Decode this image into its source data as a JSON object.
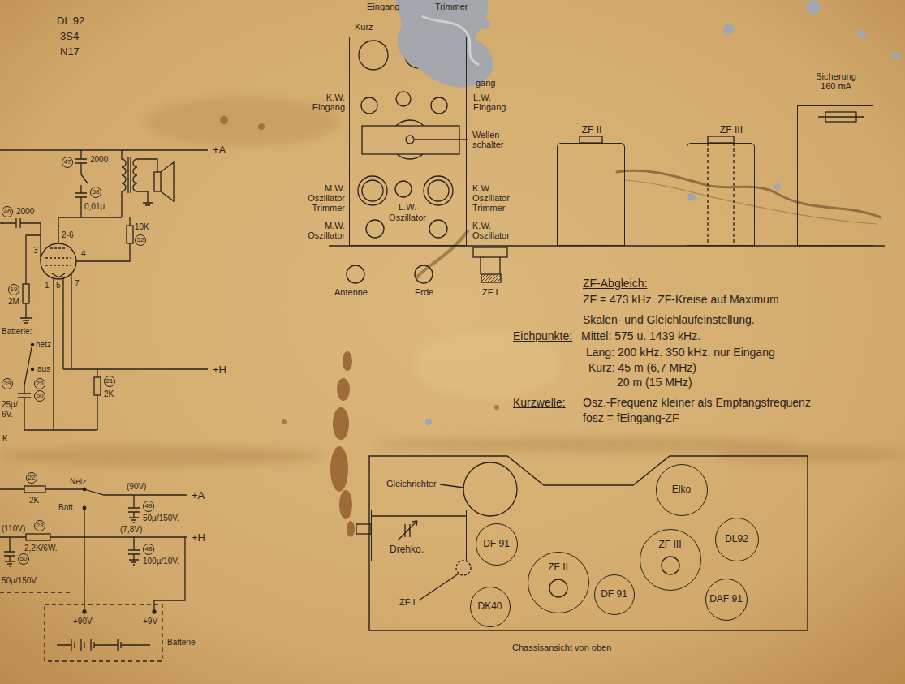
{
  "diagram": {
    "nodes": [
      {
        "text": [
          "L.W. Oszillator"
        ]
      },
      {
        "text": [
          "ZF II"
        ]
      },
      {
        "text": [
          "ZF III"
        ]
      },
      {
        "text": [
          "Sicherung 160 mA"
        ]
      },
      {
        "text": [
          "Chassisansicht von oben"
        ]
      },
      {
        "text": [
          "Drehko."
        ],
        "in": 4
      },
      {
        "text": [
          "DF 91"
        ],
        "in": 4
      },
      {
        "text": [
          "ZF II"
        ],
        "in": 4
      },
      {
        "text": [
          "DK40"
        ],
        "in": 4
      },
      {
        "text": [
          "DF 91"
        ],
        "in": 4
      },
      {
        "text": [
          "ZF III"
        ],
        "in": 4
      },
      {
        "text": [
          "Elko"
        ],
        "in": 4
      },
      {
        "text": [
          "DL92"
        ],
        "in": 4
      },
      {
        "text": [
          "DAF 91"
        ],
        "in": 4
      }
    ],
    "labels": [
      "DL 92",
      "3S4",
      "N17",
      "Eingang",
      "Trimmer",
      "Kurz",
      "gang",
      "K.W. Eingang",
      "L.W. Eingang",
      "Wellen- schalter",
      "M.W. Oszillator Trimmer",
      "K.W. Oszillator Trimmer",
      "M.W. Oszillator",
      "K.W. Oszillator",
      "Antenne",
      "Erde",
      "ZF I",
      "ZF-Abgleich:",
      "ZF = 473 kHz. ZF-Kreise auf Maximum",
      "Skalen- und Gleichlaufeinstellung.",
      "Eichpunkte:",
      "Mittel: 575 u. 1439 kHz.",
      "Lang: 200 kHz. 350 kHz. nur Eingang",
      "Kurz: 45 m (6,7 MHz)",
      "20 m (15 MHz)",
      "Kurzwelle:",
      "Osz.-Frequenz kleiner als Empfangsfrequenz",
      "fosz = fEingang-ZF",
      "Gleichrichter",
      "ZF I",
      "+A",
      "47",
      "2000",
      "58",
      "0,01µ",
      "10K",
      "52",
      "46",
      "2000",
      "2-6",
      "3",
      "4",
      "19",
      "2M",
      "1",
      "5",
      "7",
      "Batterie:",
      "netz",
      "aus",
      "39",
      "25",
      "50",
      "25µ/ 6V.",
      "+H",
      "21",
      "2K",
      "K",
      "22",
      "2K",
      "Netz",
      "Batt.",
      "(90V)",
      "+A",
      "49",
      "50µ/150V.",
      "23",
      "(110V)",
      "2,2K/6W.",
      "(7,8V)",
      "+H",
      "48",
      "100µ/10V.",
      "50",
      "50µ/150V.",
      "+90V",
      "+9V",
      "Batterie"
    ]
  }
}
